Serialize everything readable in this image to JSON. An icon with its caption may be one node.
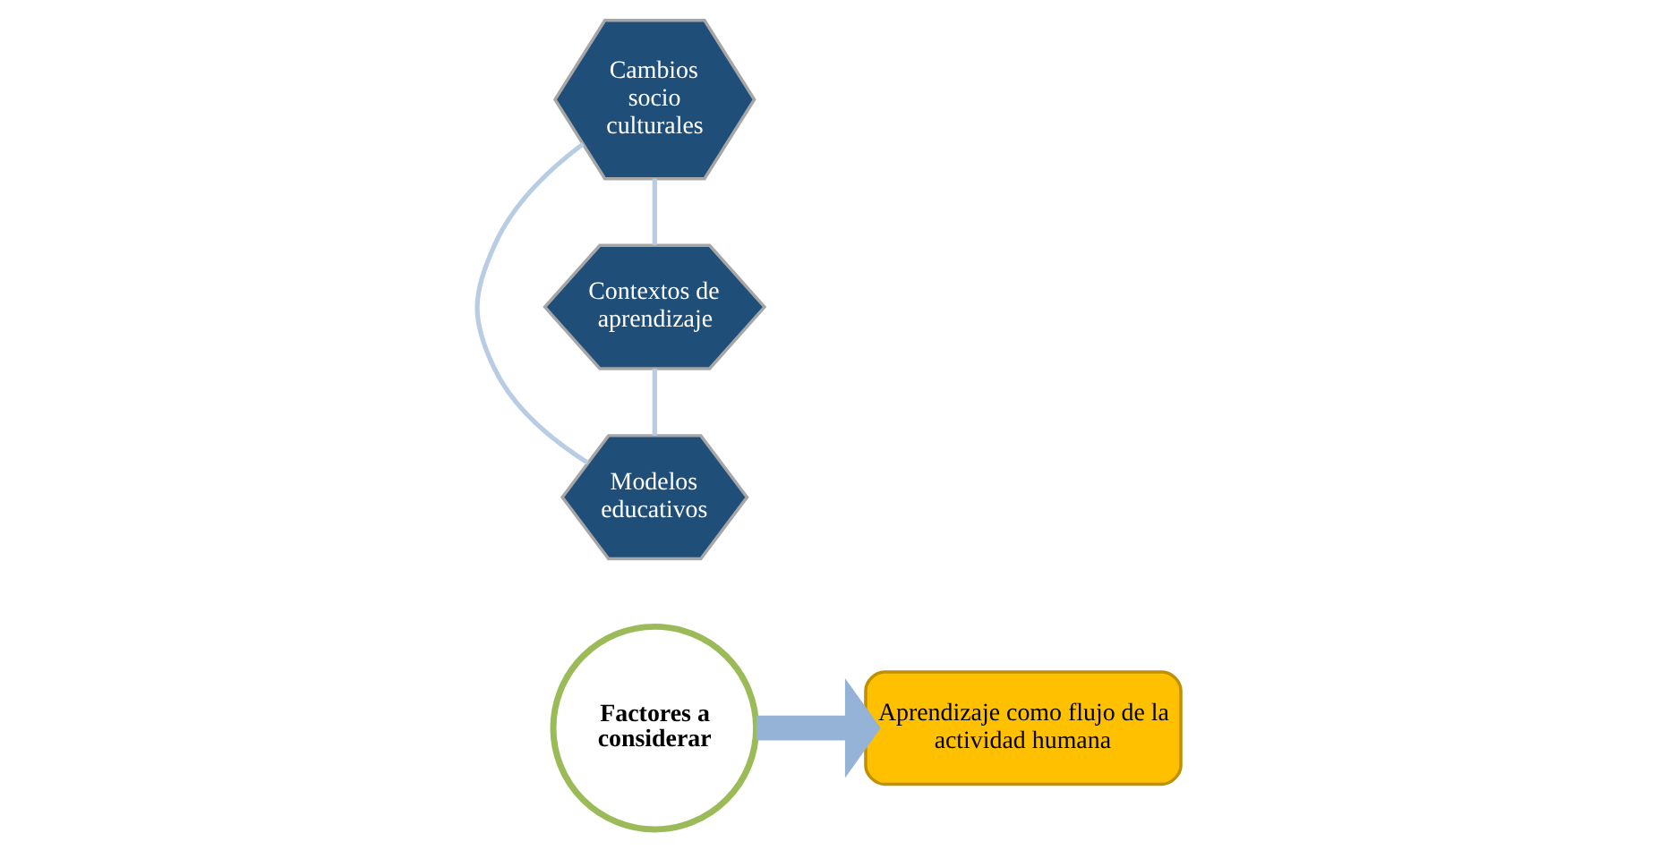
{
  "diagram": {
    "nodes": [
      {
        "text": [
          "Factores a considerar"
        ]
      },
      {
        "text": [
          "Cambios socio culturales"
        ]
      },
      {
        "text": [
          "Contextos de aprendizaje"
        ]
      },
      {
        "text": [
          "Modelos educativos"
        ]
      },
      {
        "text": [
          "Aprendizaje como flujo de la actividad humana"
        ]
      }
    ],
    "edges": [
      {
        "from": 1,
        "to": 2,
        "arrow": "none"
      },
      {
        "from": 2,
        "to": 3,
        "arrow": "none"
      },
      {
        "from": 3,
        "to": 1,
        "arrow": "none"
      },
      {
        "from": 0,
        "to": 4,
        "arrow": "to",
        "style": "thick",
        "color": "#95b3d7"
      }
    ]
  }
}
